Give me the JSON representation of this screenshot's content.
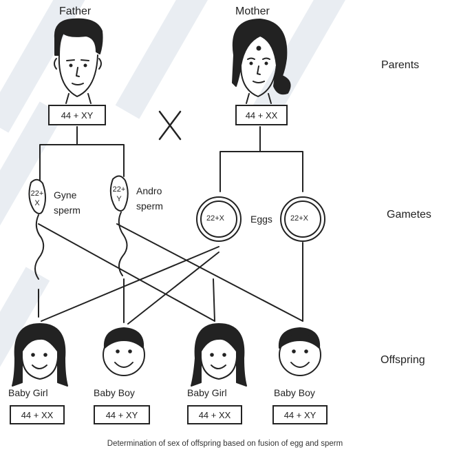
{
  "parents": {
    "father_label": "Father",
    "mother_label": "Mother",
    "father_karyotype": "44 + XY",
    "mother_karyotype": "44 + XX",
    "cross_symbol": "×"
  },
  "rows": {
    "parents": "Parents",
    "gametes": "Gametes",
    "offspring": "Offspring"
  },
  "gametes": {
    "sperm1_chromosomes": [
      "22+",
      "X"
    ],
    "sperm1_label": [
      "Gyne",
      "sperm"
    ],
    "sperm2_chromosomes": [
      "22+",
      "Y"
    ],
    "sperm2_label": [
      "Andro",
      "sperm"
    ],
    "egg1": "22+X",
    "egg2": "22+X",
    "eggs_label": "Eggs"
  },
  "offspring": [
    {
      "label": "Baby Girl",
      "karyotype": "44 + XX"
    },
    {
      "label": "Baby Boy",
      "karyotype": "44 + XY"
    },
    {
      "label": "Baby Girl",
      "karyotype": "44 + XX"
    },
    {
      "label": "Baby Boy",
      "karyotype": "44 + XY"
    }
  ],
  "caption": "Determination of sex of offspring based on fusion of egg and sperm"
}
